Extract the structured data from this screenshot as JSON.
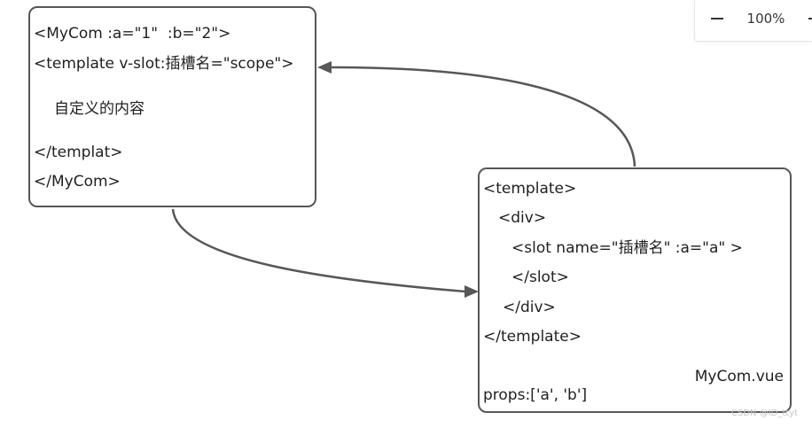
{
  "toolbar": {
    "zoom_level": "100%",
    "zoom_out_icon": "minus-icon",
    "zoom_in_icon": "plus-icon"
  },
  "usage_node": {
    "lines": [
      "<MyCom :a=\"1\"  :b=\"2\">",
      "<template v-slot:插槽名=\"scope\">",
      "自定义的内容",
      "</templat>",
      "</MyCom>"
    ]
  },
  "component_node": {
    "lines": [
      "<template>",
      "<div>",
      "<slot name=\"插槽名\" :a=\"a\" >",
      "</slot>",
      "</div>",
      "</template>"
    ],
    "file_name": "MyCom.vue",
    "props": "props:['a', 'b']"
  },
  "edges": [
    {
      "from": "usage_node",
      "to": "component_node"
    },
    {
      "from": "component_node",
      "to": "usage_node"
    }
  ],
  "edge_color": "#575757",
  "watermark": "CSDN @ID_ttyt"
}
